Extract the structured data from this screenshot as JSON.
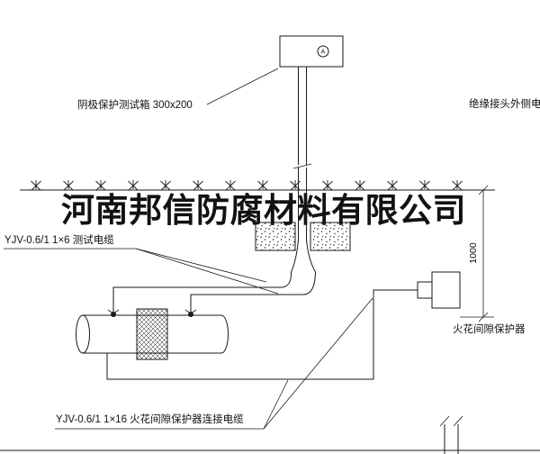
{
  "colors": {
    "ink": "#1a1a1a",
    "paper": "#ffffff",
    "watermark": "#121212"
  },
  "watermark": {
    "text": "河南邦信防腐材料有限公司"
  },
  "labels": {
    "test_box": "阴极保护测试箱 300x200",
    "insulated_joint_cable": "绝缘接头外侧电缆",
    "test_cable": "YJV-0.6/1 1×6 测试电缆",
    "spark_gap_cable": "YJV-0.6/1 1×16 火花间隙保护器连接电缆",
    "spark_gap_protector": "火花间隙保护器",
    "meter_symbol": "A",
    "dimension_1000": "1000"
  }
}
